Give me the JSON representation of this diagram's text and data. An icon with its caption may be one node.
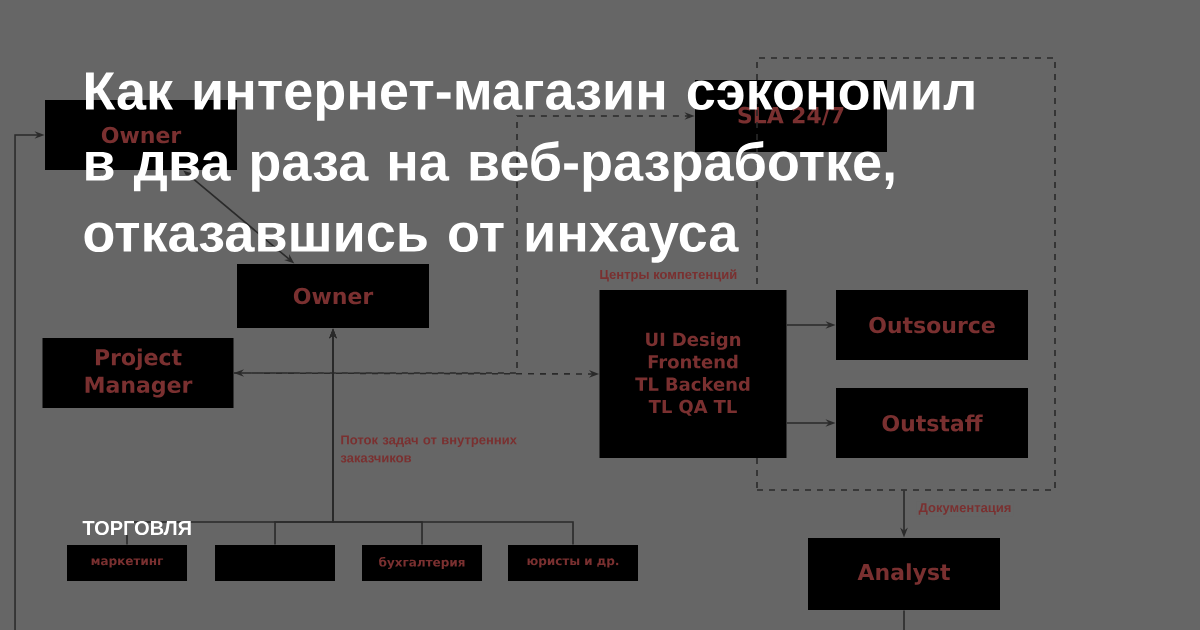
{
  "diagram": {
    "title": "Как интернет-магазин сэкономил в два раза на веб-разработке, отказавшись от инхауса",
    "nodes": [
      {
        "text": [
          "Owner"
        ]
      },
      {
        "text": [
          "Owner"
        ]
      },
      {
        "text": [
          "SLA 24/7"
        ]
      },
      {
        "text": [
          "Project Manager"
        ]
      },
      {
        "text": [],
        "shape": "box"
      },
      {
        "text": [
          "Центры компетенций",
          "UI Design Frontend TL Backend TL QA TL"
        ]
      },
      {
        "text": [
          "Outsource"
        ],
        "in": 4
      },
      {
        "text": [
          "Outstaff"
        ],
        "in": 4
      },
      {
        "text": [
          "Analyst"
        ]
      },
      {
        "text": [
          "маркетинг"
        ]
      },
      {
        "text": [],
        "shape": "box"
      },
      {
        "text": [
          "бухгалтерия"
        ]
      },
      {
        "text": [
          "юристы и др."
        ]
      }
    ],
    "edges": [
      {
        "from": null,
        "to": 0,
        "arrow": "to"
      },
      {
        "from": 0,
        "to": 1,
        "arrow": "both"
      },
      {
        "from": 3,
        "to": 5,
        "arrow": "both",
        "style": "dashed"
      },
      {
        "from": 3,
        "to": 2,
        "arrow": "to",
        "style": "dashed"
      },
      {
        "from": 5,
        "to": 6,
        "arrow": "to"
      },
      {
        "from": 5,
        "to": 7,
        "arrow": "to"
      },
      {
        "from": 4,
        "to": 8,
        "arrow": "to",
        "label": "Документация"
      },
      {
        "from": 8,
        "to": null,
        "arrow": "none"
      },
      {
        "from": 9,
        "to": 1,
        "arrow": "to"
      },
      {
        "from": 10,
        "to": 1,
        "arrow": "to"
      },
      {
        "from": 11,
        "to": 1,
        "arrow": "to"
      },
      {
        "from": 12,
        "to": 1,
        "arrow": "to"
      }
    ],
    "labels": [
      "Поток задач от внутренних заказчиков",
      "ТОРГОВЛЯ"
    ]
  }
}
